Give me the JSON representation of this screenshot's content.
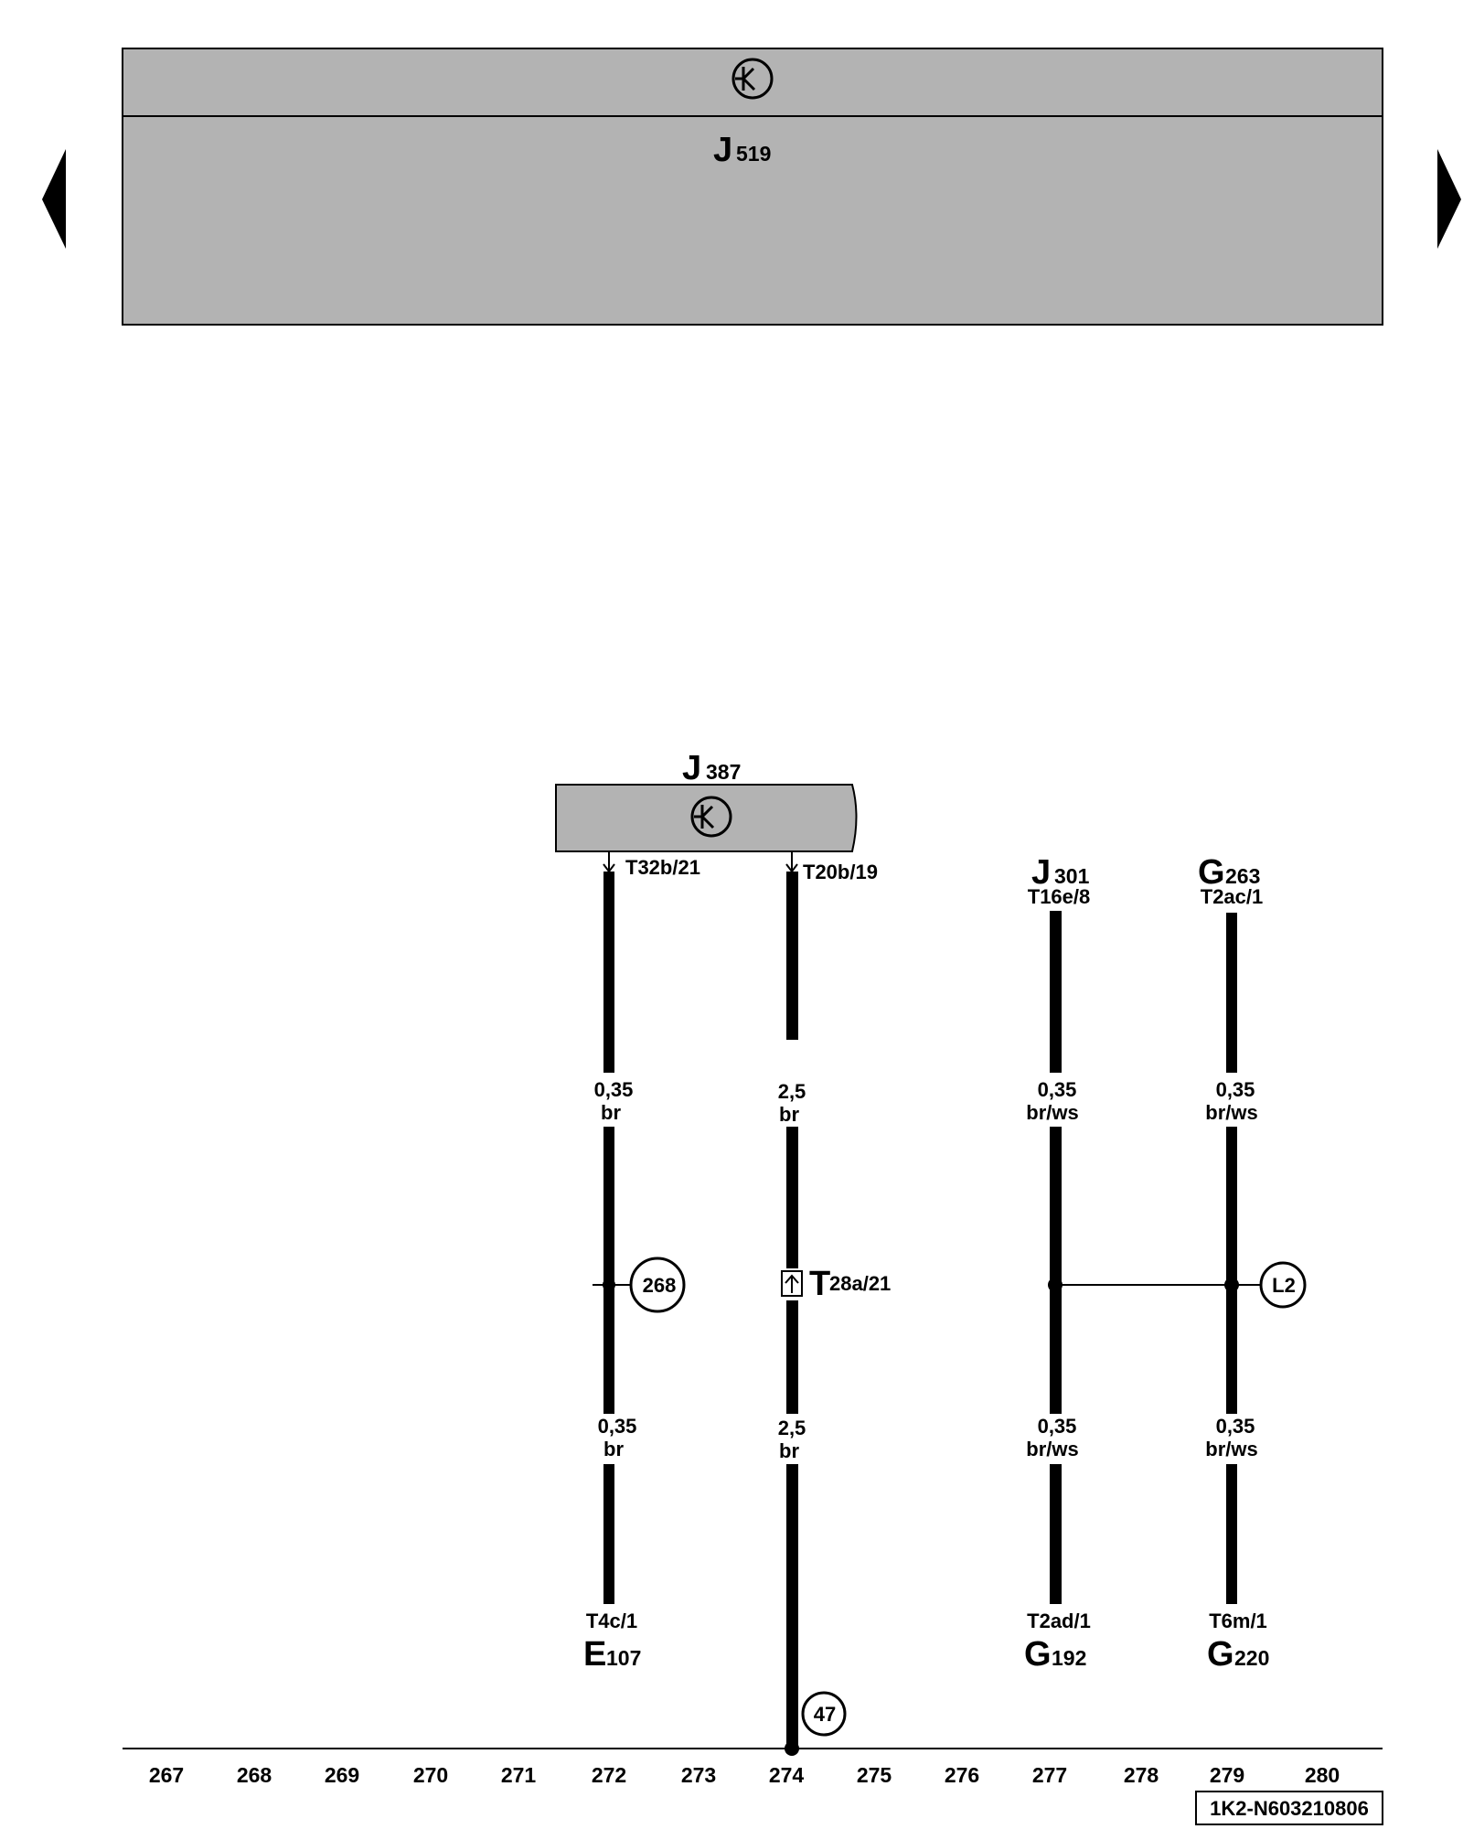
{
  "nav": {
    "prev_label": "previous page",
    "next_label": "next page"
  },
  "top_unit": {
    "symbol": "electronic-control-symbol",
    "code_letter": "J",
    "code_number": "519"
  },
  "j387": {
    "code_letter": "J",
    "code_number": "387",
    "pins": [
      "T32b/21",
      "T20b/19"
    ]
  },
  "wires": [
    {
      "top_code": "",
      "top_num": "",
      "top_pin": "",
      "size_top": "0,35",
      "color_top": "br",
      "size_bottom": "0,35",
      "color_bottom": "br",
      "bottom_pin": "T4c/1",
      "bottom_code": "E",
      "bottom_num": "107"
    },
    {
      "top_code": "",
      "top_num": "",
      "top_pin": "",
      "size_top": "2,5",
      "color_top": "br",
      "size_bottom": "2,5",
      "color_bottom": "br",
      "bottom_pin": "",
      "bottom_code": "",
      "bottom_num": ""
    },
    {
      "top_code": "J",
      "top_num": "301",
      "top_pin": "T16e/8",
      "size_top": "0,35",
      "color_top": "br/ws",
      "size_bottom": "0,35",
      "color_bottom": "br/ws",
      "bottom_pin": "T2ad/1",
      "bottom_code": "G",
      "bottom_num": "192"
    },
    {
      "top_code": "G",
      "top_num": "263",
      "top_pin": "T2ac/1",
      "size_top": "0,35",
      "color_top": "br/ws",
      "size_bottom": "0,35",
      "color_bottom": "br/ws",
      "bottom_pin": "T6m/1",
      "bottom_code": "G",
      "bottom_num": "220"
    }
  ],
  "connector": {
    "letter": "T",
    "number": "28a/21"
  },
  "references": {
    "wire1": "268",
    "wire34": "L2",
    "ground": "47"
  },
  "columns": [
    "267",
    "268",
    "269",
    "270",
    "271",
    "272",
    "273",
    "274",
    "275",
    "276",
    "277",
    "278",
    "279",
    "280"
  ],
  "doc_code": "1K2-N603210806",
  "colors": {
    "unit_fill": "#b3b3b3",
    "wire": "#000000",
    "background": "#ffffff"
  }
}
